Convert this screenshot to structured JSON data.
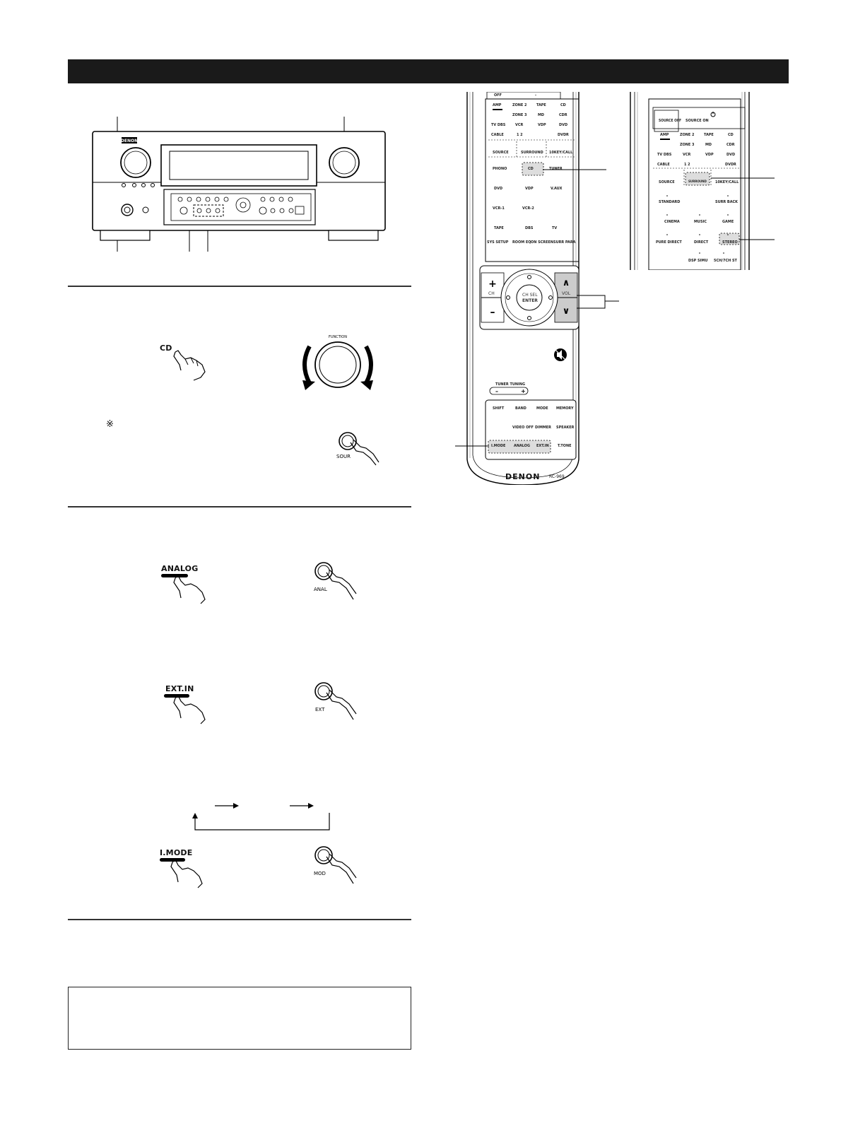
{
  "receiver": {
    "brand": "DENON"
  },
  "step1": {
    "cd_label": "CD",
    "function_label": "FUNCTION",
    "note_symbol": "※",
    "source_knob_label": "SOUR"
  },
  "step2": {
    "analog_label": "ANALOG",
    "analog_knob_label": "ANAL",
    "extin_label": "EXT.IN",
    "extin_knob_label": "EXT",
    "imode_label": "I.MODE",
    "mode_knob_label": "MOD"
  },
  "remote1": {
    "top_row": [
      "OFF",
      "-"
    ],
    "source_rows": [
      [
        "AMP",
        "ZONE 2",
        "TAPE",
        "CD"
      ],
      [
        "",
        "ZONE 3",
        "MD",
        "CDR"
      ],
      [
        "TV DBS",
        "VCR",
        "VDP",
        "DVD"
      ],
      [
        "CABLE",
        "1 2",
        "",
        "DVDR"
      ]
    ],
    "mode_row": [
      "SOURCE",
      "SURROUND",
      "10KEY/CALL"
    ],
    "input_rows": [
      [
        "PHONO",
        "CD",
        "TUNER"
      ],
      [
        "DVD",
        "VDP",
        "V.AUX"
      ],
      [
        "VCR-1",
        "VCR-2",
        ""
      ],
      [
        "TAPE",
        "DBS",
        "TV"
      ]
    ],
    "setup_row": [
      "SYS SETUP",
      "ROOM EQ",
      "ON SCREEN",
      "SURR PARA"
    ],
    "ch_label": "CH",
    "vol_label": "VOL",
    "center_labels": [
      "CH SEL",
      "ENTER"
    ],
    "tuner_label": "TUNER TUNING",
    "bottom_rows": [
      [
        "SHIFT",
        "BAND",
        "MODE",
        "MEMORY"
      ],
      [
        "",
        "VIDEO OFF",
        "DIMMER",
        "SPEAKER"
      ],
      [
        "I.MODE",
        "ANALOG",
        "EXT.IN",
        "T.TONE"
      ]
    ],
    "brand": "DENON",
    "model": "RC-969"
  },
  "remote2": {
    "tabs": [
      "SOURCE OFF",
      "SOURCE ON"
    ],
    "source_rows": [
      [
        "AMP",
        "ZONE 2",
        "TAPE",
        "CD"
      ],
      [
        "",
        "ZONE 3",
        "MD",
        "CDR"
      ],
      [
        "TV DBS",
        "VCR",
        "VDP",
        "DVD"
      ],
      [
        "CABLE",
        "1 2",
        "",
        "DVDR"
      ]
    ],
    "mode_row": [
      "SOURCE",
      "SURROUND",
      "10KEY/CALL"
    ],
    "surround_rows": [
      [
        "STANDARD",
        "",
        "SURR BACK"
      ],
      [
        "CINEMA",
        "MUSIC",
        "GAME"
      ],
      [
        "PURE DIRECT",
        "DIRECT",
        "STEREO"
      ],
      [
        "",
        "DSP SIMU",
        "5CH/7CH ST"
      ]
    ]
  }
}
